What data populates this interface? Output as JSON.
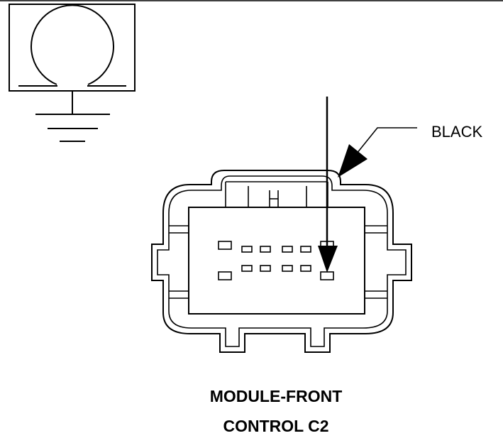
{
  "diagram": {
    "wire_color_label": "BLACK",
    "title_line1": "MODULE-FRONT",
    "title_line2": "CONTROL C2",
    "colors": {
      "line": "#000000",
      "background": "#ffffff"
    },
    "icons": [
      "ground-symbol-icon",
      "connector-face-icon",
      "arrow-icon"
    ]
  }
}
